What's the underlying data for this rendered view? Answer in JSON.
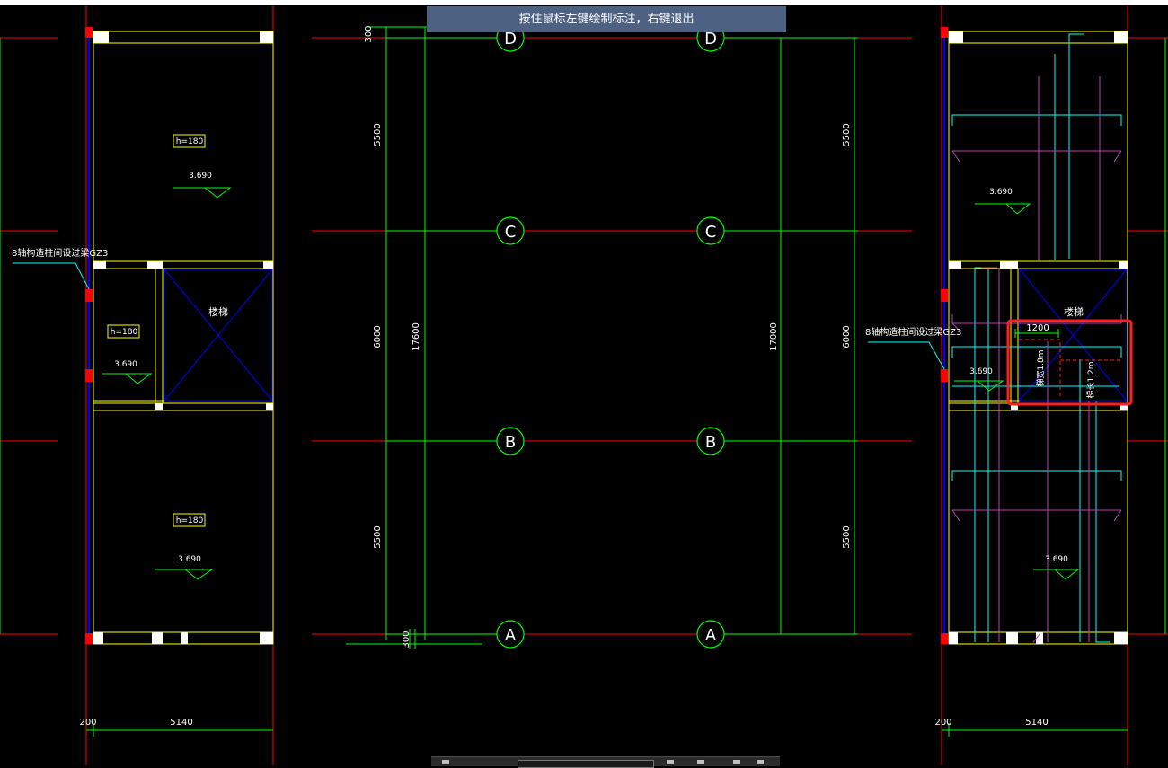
{
  "hint": "按住鼠标左键绘制标注，右键退出",
  "colors": {
    "background": "#000000",
    "axis": "#ff0000",
    "grid_dim": "#00ff00",
    "wall": "#ffff00",
    "beam": "#0000ff",
    "column": "#ff0000",
    "rebar_cyan": "#00ffff",
    "rebar_magenta": "#c040c0",
    "selection": "#ff2020",
    "hint_bg": "#4d6283"
  },
  "axes": [
    {
      "label": "D"
    },
    {
      "label": "C"
    },
    {
      "label": "B"
    },
    {
      "label": "A"
    }
  ],
  "dims_left": {
    "d300_top": "300",
    "d5500_top": "5500",
    "d6000": "6000",
    "d17600": "17600",
    "d5500_bottom": "5500",
    "d300_bottom": "300"
  },
  "dims_right": {
    "d17000": "17000",
    "d5500_top": "5500",
    "d6000": "6000",
    "d5500_bottom": "5500"
  },
  "panel_left": {
    "h_top": "h=180",
    "elev_top": "3.690",
    "callout": "8轴构造柱间设过梁GZ3",
    "h_mid": "h=180",
    "elev_mid": "3.690",
    "stair": "楼梯",
    "h_bottom": "h=180",
    "elev_bottom": "3.690",
    "dim_200": "200",
    "dim_5140": "5140"
  },
  "panel_right": {
    "elev_top": "3.690",
    "callout": "8轴构造柱间设过梁GZ3",
    "elev_mid": "3.690",
    "stair": "楼梯",
    "dim_1200": "1200",
    "v_left": "梯宽1.8m",
    "v_right": "梯长1.2m",
    "elev_bottom": "3.690",
    "dim_200": "200",
    "dim_5140": "5140"
  }
}
